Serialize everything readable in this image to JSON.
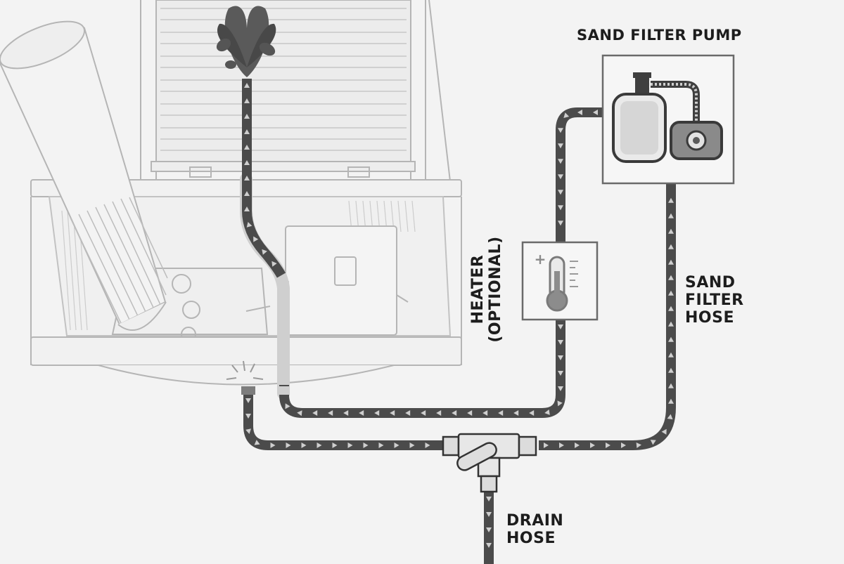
{
  "labels": {
    "sand_filter_pump": "SAND FILTER PUMP",
    "heater_line1": "HEATER",
    "heater_line2": "(OPTIONAL)",
    "sand_filter_hose_line1": "SAND",
    "sand_filter_hose_line2": "FILTER",
    "sand_filter_hose_line3": "HOSE",
    "drain_hose_line1": "DRAIN",
    "drain_hose_line2": "HOSE"
  },
  "heater_symbol": "+",
  "icons": {
    "spa": "hot-tub-outline",
    "pump": "sand-filter-pump",
    "heater": "thermometer",
    "fountain": "water-fountain",
    "valve": "tee-valve",
    "flow": "flow-arrow"
  },
  "colors": {
    "background": "#f3f3f3",
    "hose": "#4b4b4b",
    "arrow": "#cfcfcf",
    "outline": "#b5b5b5",
    "text": "#1d1d1d"
  }
}
